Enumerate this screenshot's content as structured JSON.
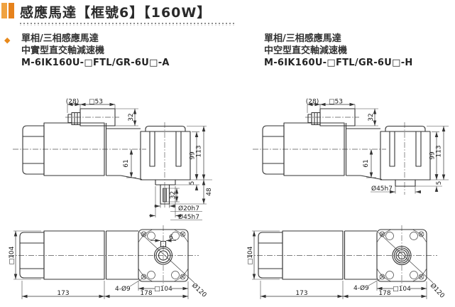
{
  "page": {
    "title": "感應馬達【框號6】【160W】"
  },
  "colors": {
    "accent_light": "#F0A240",
    "accent_dark": "#E6821C",
    "accent_diamond": "#E8891B",
    "line": "#333333"
  },
  "sections": {
    "left": {
      "bullet": "◆",
      "heading1": "單相/三相感應馬達",
      "heading2": "中實型直交軸減速機",
      "model": "M-6IK160U-□FTL/GR-6U□-A"
    },
    "right": {
      "heading1": "單相/三相感應馬達",
      "heading2": "中空型直交軸減速機",
      "model": "M-6IK160U-□FTL/GR-6U□-H"
    }
  },
  "dims": {
    "solid_side": {
      "cable": "(28)",
      "box": "□53",
      "box_h": "32",
      "axis": "61",
      "inner": "99",
      "outer": "113",
      "boss_h": "5",
      "total": "48",
      "key_len": "32",
      "shaft_d": "Ø20h7",
      "boss_d": "Ø45h7"
    },
    "hollow_side": {
      "cable": "(28)",
      "box": "□53",
      "box_h": "32",
      "axis": "61",
      "inner": "99",
      "outer": "113",
      "boss_h": "5",
      "boss_d": "Ø45h7"
    },
    "solid_top": {
      "frame": "□104",
      "motor_len": "173",
      "gear_len": "178",
      "holes": "4-Ø9",
      "flange": "□104",
      "bolt_circle": "Ø120",
      "key_w": "6"
    },
    "hollow_top": {
      "frame": "□104",
      "motor_len": "173",
      "gear_len": "178",
      "holes": "4-Ø9",
      "flange": "□104",
      "bolt_circle": "Ø120"
    }
  }
}
